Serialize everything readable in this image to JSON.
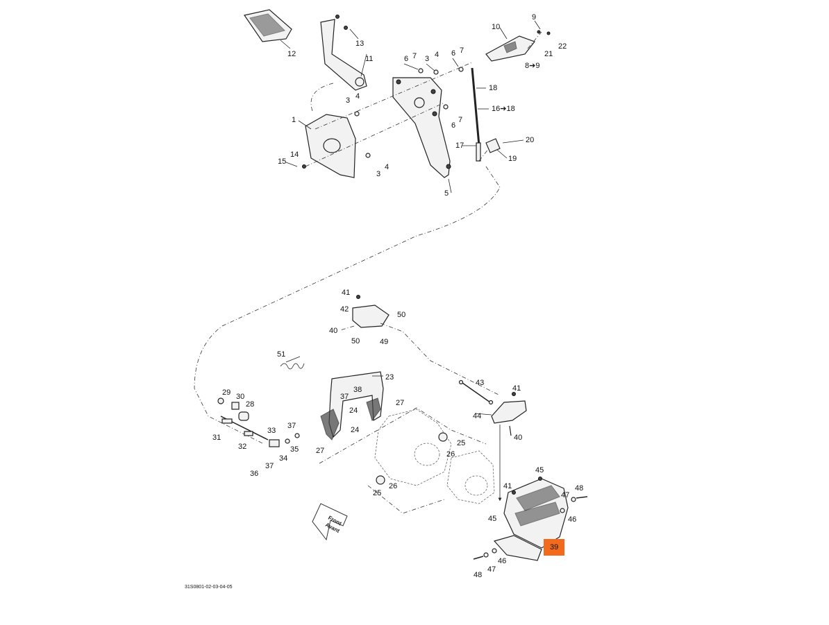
{
  "diagram_code": "31S0801-02-03-04-05",
  "front_arrow": {
    "line1": "Front",
    "line2": "Avant"
  },
  "highlight": {
    "label": "39",
    "color": "#f26b1d"
  },
  "callouts": [
    "12",
    "13",
    "11",
    "1",
    "15",
    "14",
    "3",
    "4",
    "4",
    "3",
    "6",
    "7",
    "3",
    "4",
    "6",
    "7",
    "5",
    "6",
    "7",
    "18",
    "16➔18",
    "17",
    "20",
    "19",
    "10",
    "9",
    "22",
    "21",
    "8➔9",
    "41",
    "42",
    "50",
    "40",
    "50",
    "49",
    "51",
    "23",
    "37",
    "38",
    "27",
    "24",
    "24",
    "29",
    "30",
    "28",
    "31",
    "32",
    "33",
    "34",
    "35",
    "36",
    "37",
    "37",
    "27",
    "25",
    "26",
    "25",
    "26",
    "43",
    "41",
    "44",
    "40",
    "45",
    "41",
    "45",
    "47",
    "48",
    "46",
    "46",
    "48",
    "47"
  ]
}
